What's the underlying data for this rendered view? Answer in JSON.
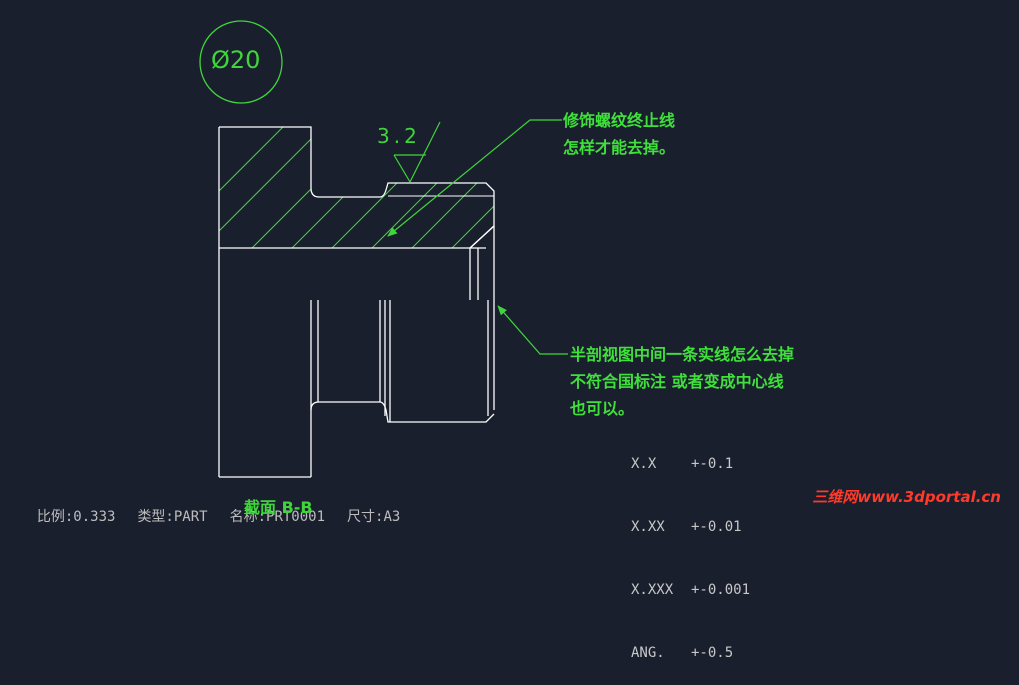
{
  "drawing": {
    "diameter_label": "Ø20",
    "roughness_value": "3.2",
    "section_label": "截面 B-B"
  },
  "annotations": {
    "thread_note": [
      "修饰螺纹终止线",
      "怎样才能去掉。"
    ],
    "section_note": [
      "半剖视图中间一条实线怎么去掉",
      "不符合国标注   或者变成中心线",
      "也可以。"
    ]
  },
  "tolerances": [
    {
      "format": "X.X",
      "value": "+-0.1"
    },
    {
      "format": "X.XX",
      "value": "+-0.01"
    },
    {
      "format": "X.XXX",
      "value": "+-0.001"
    },
    {
      "format": "ANG.",
      "value": "+-0.5"
    }
  ],
  "status_bar": {
    "scale": "比例:0.333",
    "type": "类型:PART",
    "name": "名称:PRT0001",
    "size": "尺寸:A3"
  },
  "watermark": "三维网www.3dportal.cn",
  "colors": {
    "background": "#1a1f2e",
    "geometry": "#ffffff",
    "annotation": "#3fe03a",
    "dimension": "#3fd63a",
    "tolerance_text": "#c8c8c8",
    "watermark": "#ff3a2a"
  }
}
